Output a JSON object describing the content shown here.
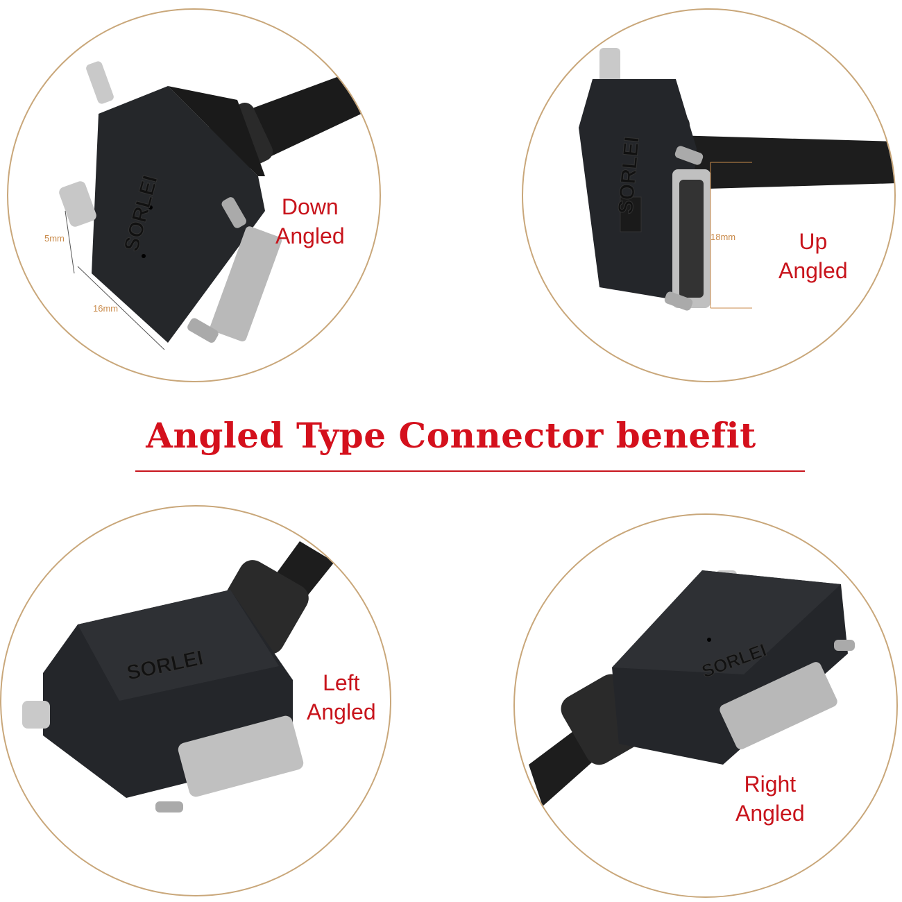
{
  "title": "Angled Type Connector benefit",
  "brand": "SORLEI",
  "panels": [
    {
      "label_line1": "Down",
      "label_line2": "Angled",
      "dimensions": [
        "5mm",
        "16mm"
      ]
    },
    {
      "label_line1": "Up",
      "label_line2": "Angled",
      "dimensions": [
        "18mm"
      ]
    },
    {
      "label_line1": "Left",
      "label_line2": "Angled",
      "dimensions": []
    },
    {
      "label_line1": "Right",
      "label_line2": "Angled",
      "dimensions": []
    }
  ],
  "colors": {
    "accent": "#d4101c",
    "circle_border": "#c9a77a",
    "dimension": "#c98a4a"
  }
}
